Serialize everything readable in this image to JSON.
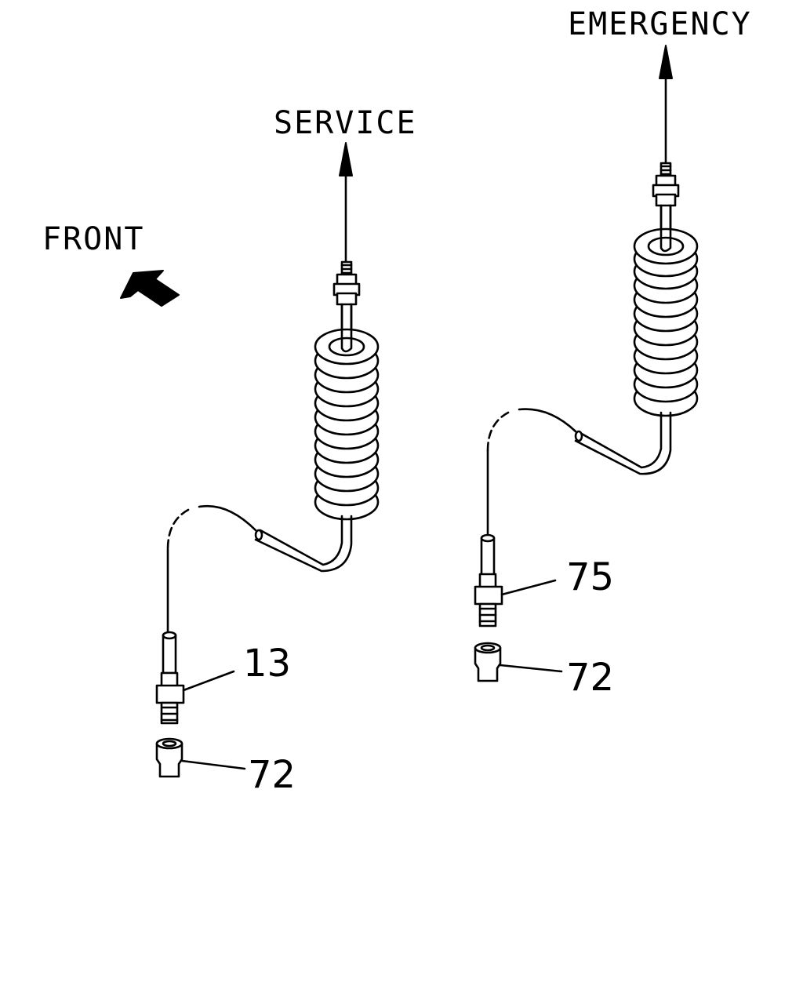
{
  "diagram": {
    "labels": {
      "front": "FRONT",
      "service": "SERVICE",
      "emergency": "EMERGENCY"
    },
    "callouts": {
      "service_coupling": "13",
      "service_cap": "72",
      "emergency_coupling": "75",
      "emergency_cap": "72"
    },
    "colors": {
      "ink": "#000000",
      "paper": "#ffffff"
    }
  }
}
